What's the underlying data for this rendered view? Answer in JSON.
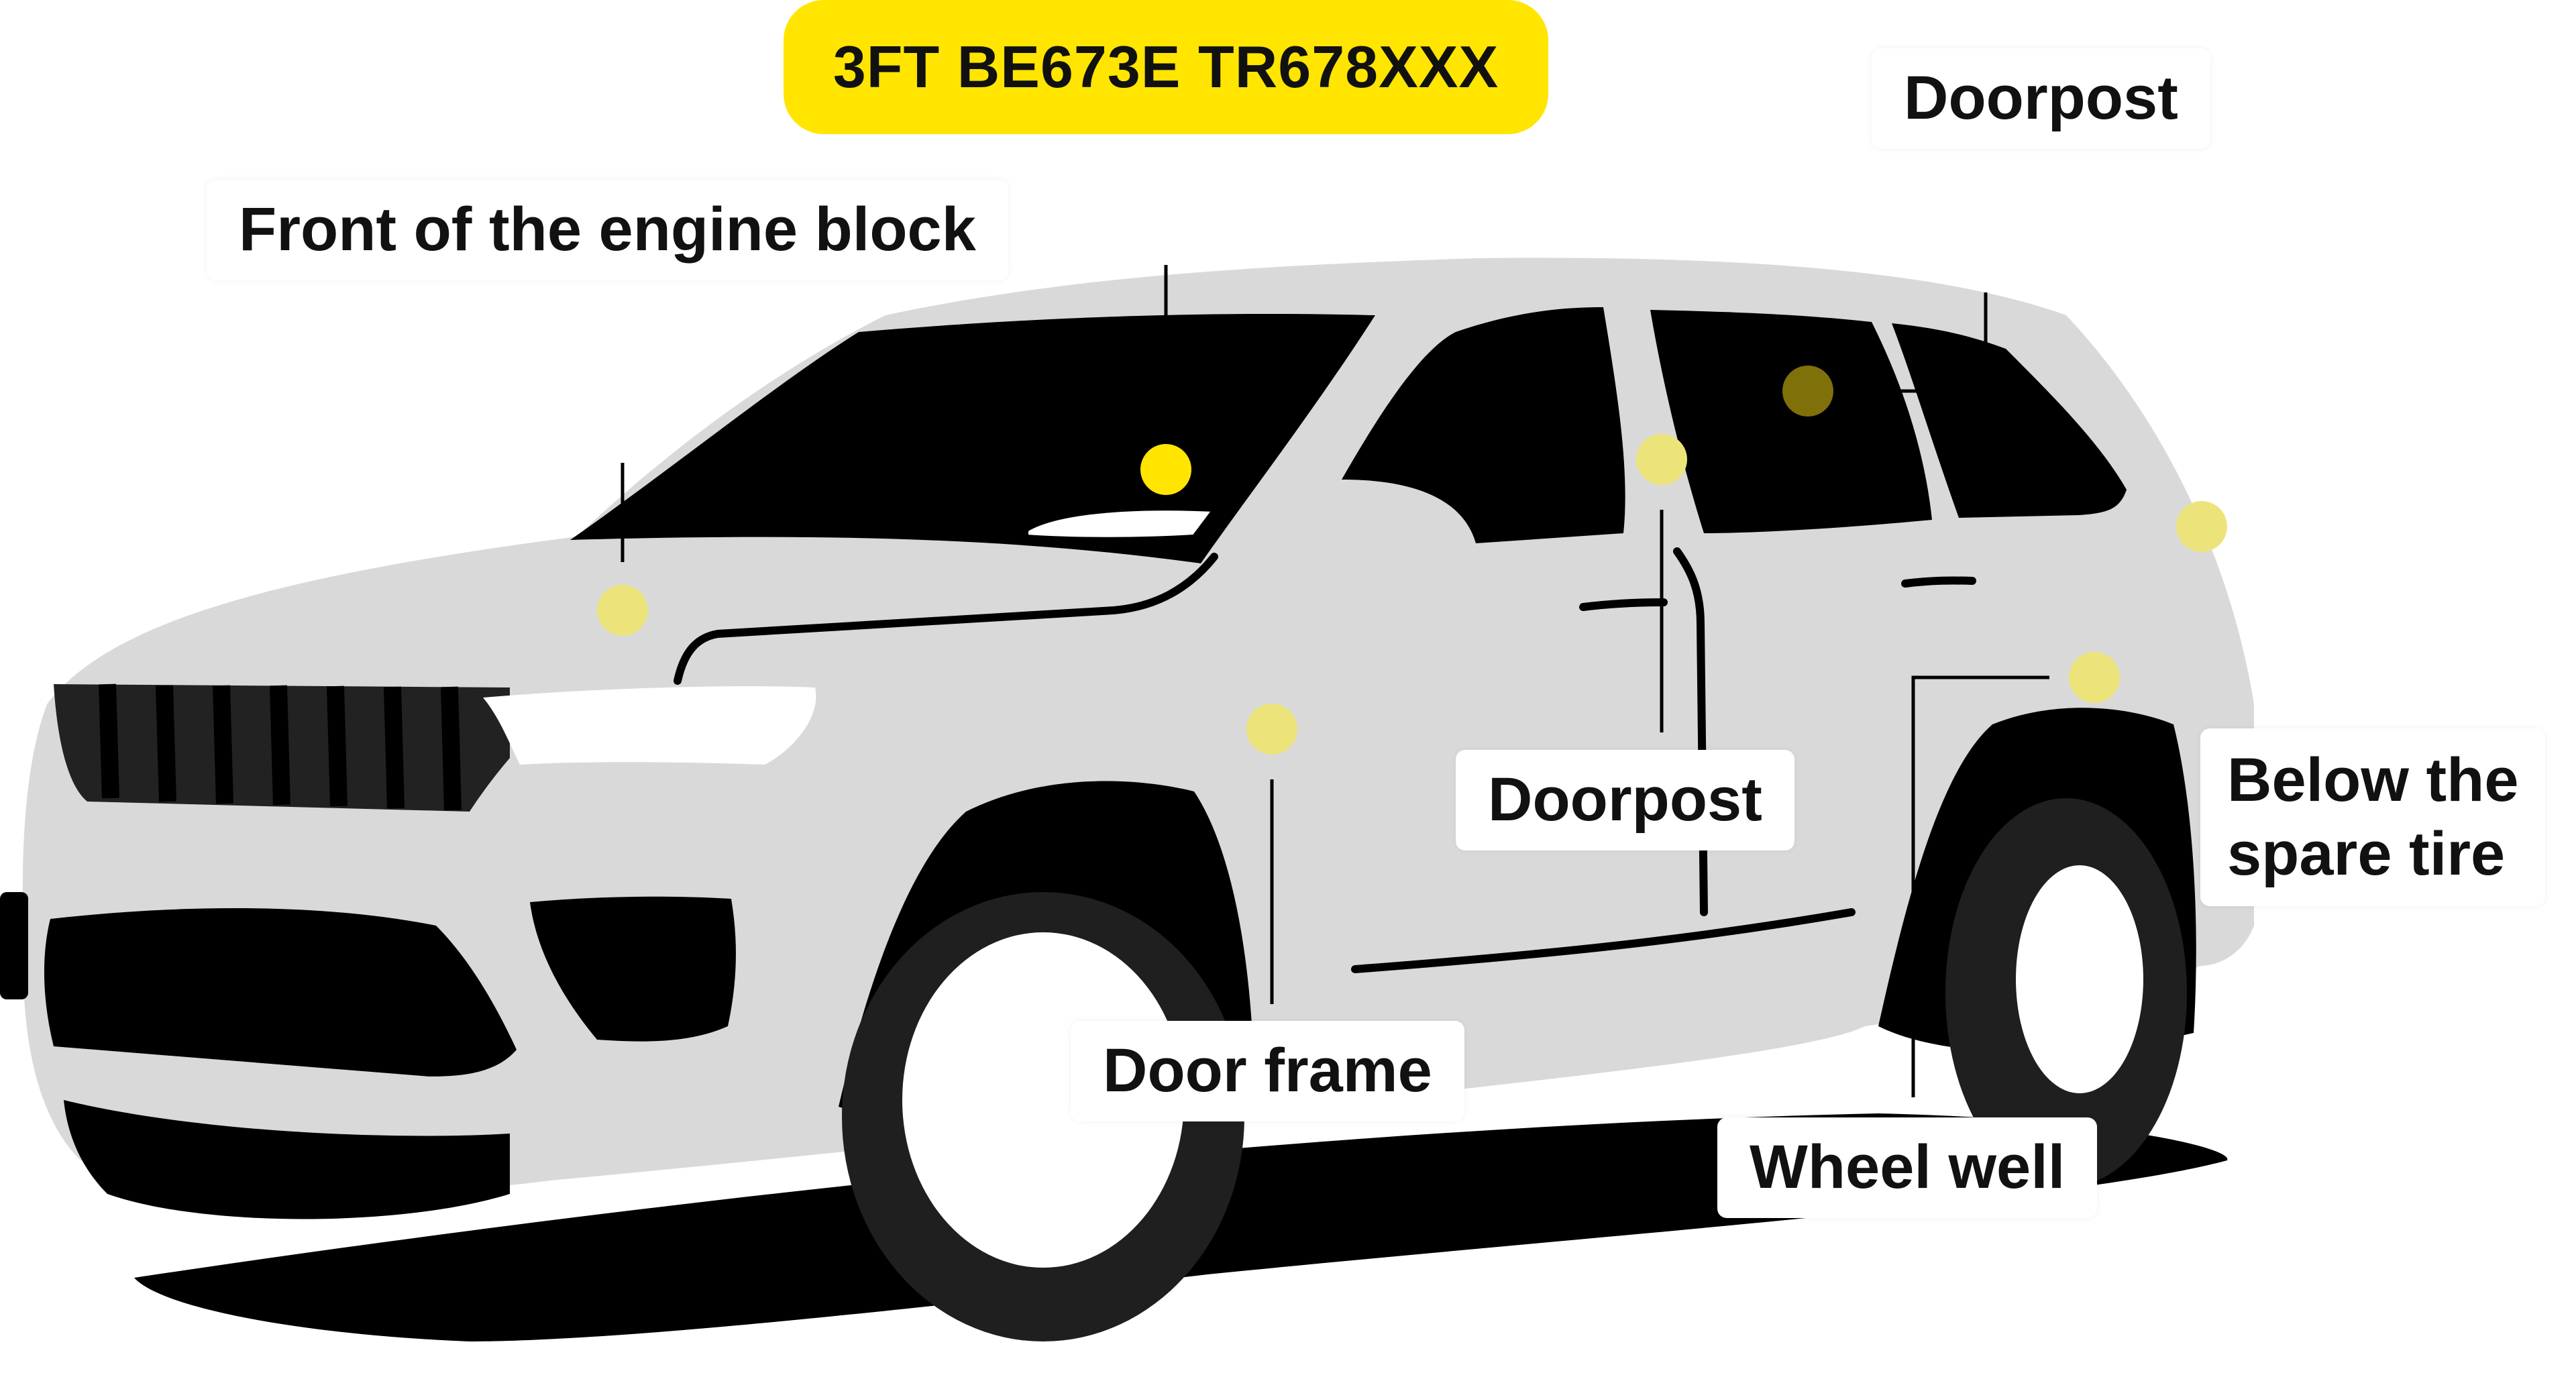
{
  "vin": "3FT BE673E TR678XXX",
  "locations": {
    "engine_block": "Front of the engine block",
    "doorpost_upper": "Doorpost",
    "doorpost": "Doorpost",
    "door_frame": "Door frame",
    "wheel_well": "Wheel well",
    "spare_tire_line1": "Below the",
    "spare_tire_line2": "spare tire"
  },
  "colors": {
    "accent_yellow": "#ffe500",
    "car_body": "#d9d9d9",
    "glass_and_trim": "#000000",
    "tire": "#1f1f1f",
    "label_text": "#111111"
  }
}
